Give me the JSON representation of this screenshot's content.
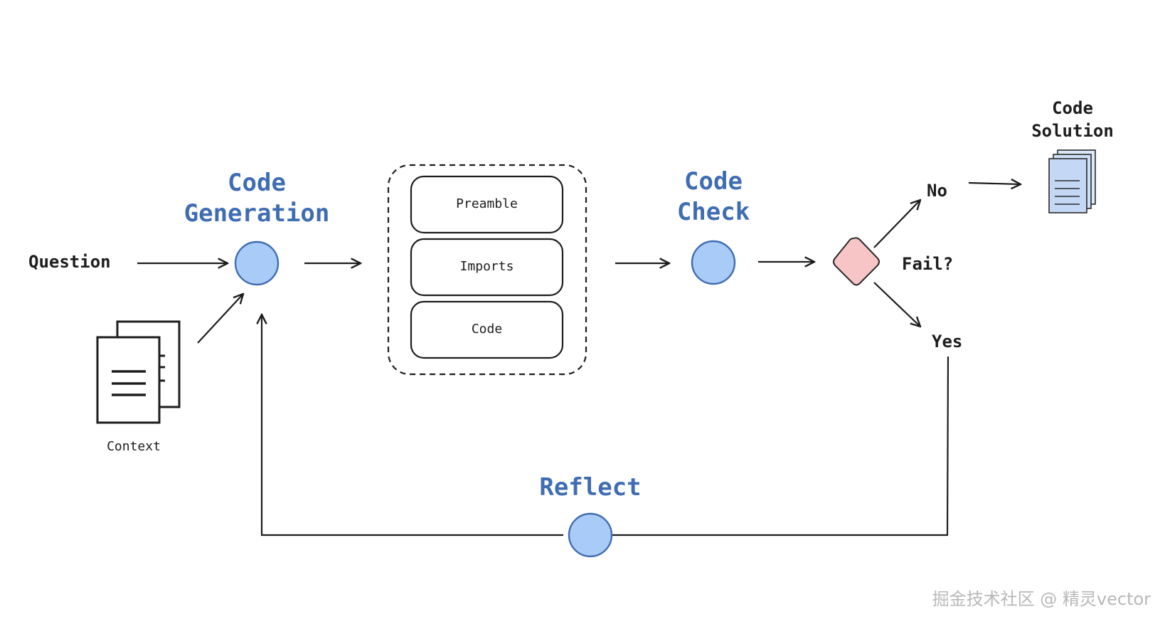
{
  "nodes": {
    "code_generation": {
      "title_line1": "Code",
      "title_line2": "Generation"
    },
    "code_check": {
      "title_line1": "Code",
      "title_line2": "Check"
    },
    "reflect": {
      "title": "Reflect"
    }
  },
  "inputs": {
    "question": "Question",
    "context": "Context"
  },
  "solution_parts": [
    "Preamble",
    "Imports",
    "Code"
  ],
  "decision": {
    "label": "Fail?",
    "no": "No",
    "yes": "Yes"
  },
  "output": {
    "title_line1": "Code",
    "title_line2": "Solution"
  },
  "watermark": "掘金技术社区 @ 精灵vector",
  "colors": {
    "node_fill": "#a9cbf7",
    "node_stroke": "#3f6db3",
    "title_blue": "#3f6db3",
    "diamond_fill": "#f7c5c5",
    "diamond_stroke": "#2a2a2a",
    "line": "#1d1d1d"
  }
}
